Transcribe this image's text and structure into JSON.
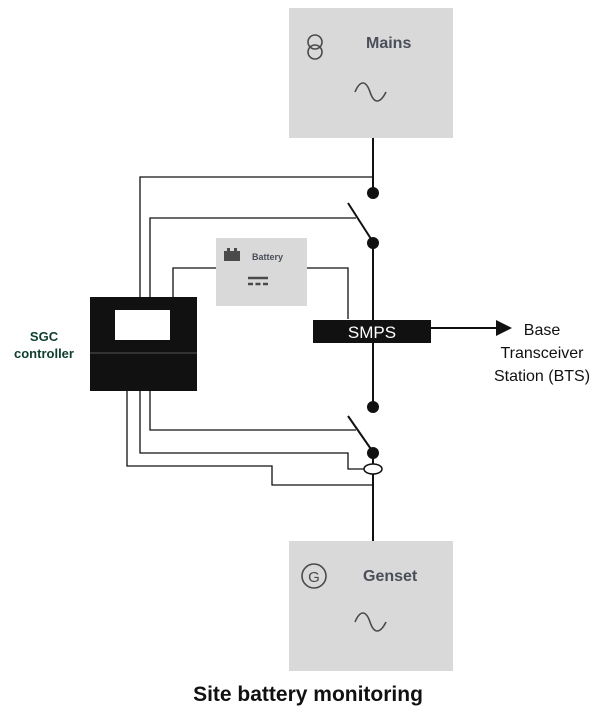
{
  "diagram": {
    "title": "Site battery monitoring",
    "mains": {
      "label": "Mains"
    },
    "genset": {
      "label": "Genset",
      "symbol": "G"
    },
    "battery": {
      "label": "Battery"
    },
    "controller": {
      "label_line1": "SGC",
      "label_line2": "controller"
    },
    "smps": {
      "label": "SMPS"
    },
    "bts": {
      "line1": "Base",
      "line2": "Transceiver",
      "line3": "Station (BTS)"
    },
    "ac_symbol": "~"
  }
}
